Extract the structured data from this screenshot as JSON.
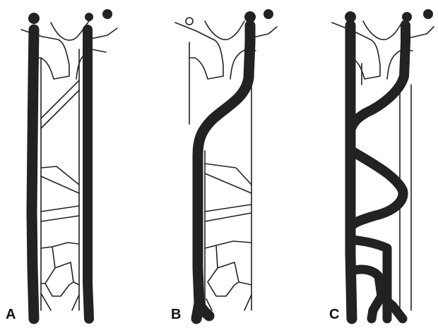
{
  "panels": [
    {
      "label": "A"
    },
    {
      "label": "B"
    },
    {
      "label": "C"
    }
  ],
  "colors": {
    "background": "#ffffff",
    "line": "#222222",
    "vessel_fill": "#222222"
  }
}
